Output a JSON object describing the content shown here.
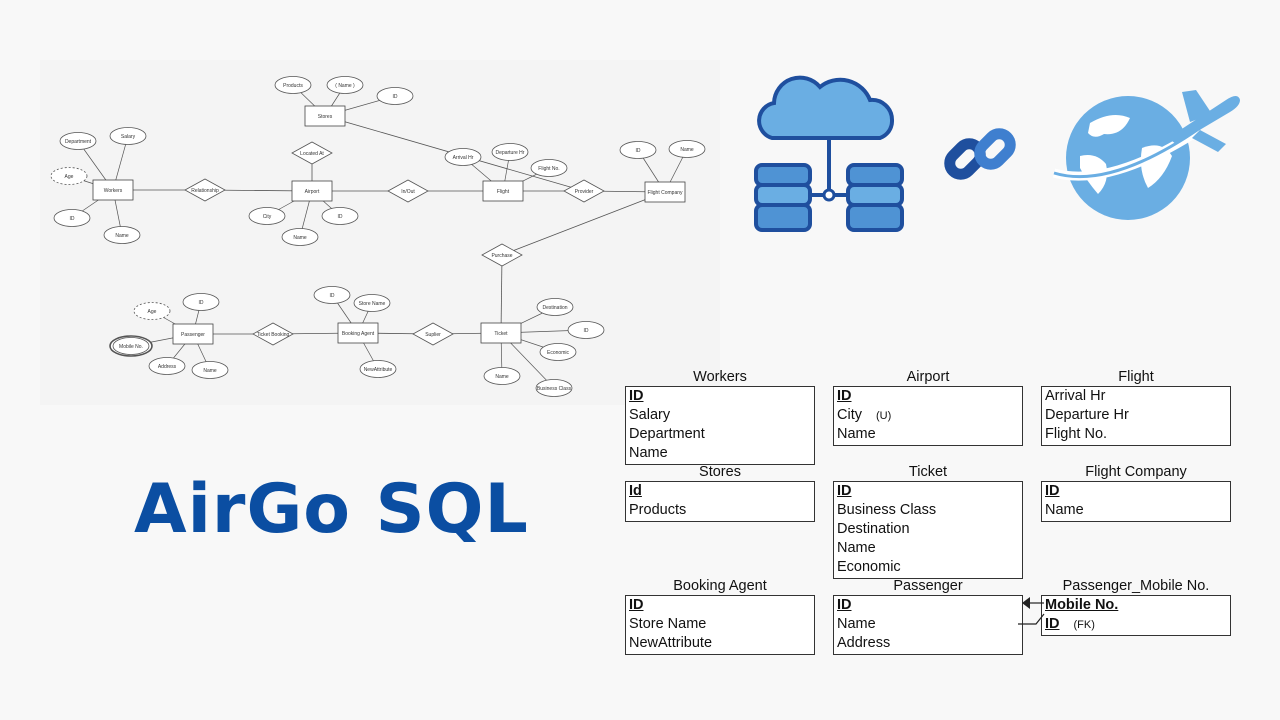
{
  "title": "AirGo SQL",
  "colors": {
    "brand_blue": "#0b4ea2",
    "light_blue": "#6aaee3",
    "dark_blue": "#1f4f9e"
  },
  "icons": [
    "cloud-database-icon",
    "chain-link-icon",
    "globe-airplane-icon"
  ],
  "er_diagram": {
    "entities": [
      "Workers",
      "Airport",
      "Flight",
      "Flight Company",
      "Stores",
      "Passenger",
      "Booking Agent",
      "Ticket"
    ],
    "relationships": [
      "Relationship",
      "In/Out",
      "Provider",
      "Located At",
      "Purchase",
      "Ticket Booking",
      "Suplier"
    ],
    "attributes": [
      "Department",
      "Salary",
      "Age",
      "ID",
      "Name",
      "Products",
      "( Name )",
      "ID",
      "City",
      "Name",
      "ID",
      "Arrival Hr",
      "Departure Hr",
      "Flight No.",
      "ID",
      "Name",
      "Age",
      "ID",
      "Mobile No.",
      "Address",
      "Name",
      "ID",
      "Store Name",
      "NewAttribute",
      "Destination",
      "ID",
      "Economic",
      "Name",
      "Business Class"
    ]
  },
  "tables": [
    {
      "name": "Workers",
      "rows": [
        {
          "text": "ID",
          "pk": true
        },
        {
          "text": "Salary"
        },
        {
          "text": "Department"
        },
        {
          "text": "Name"
        }
      ]
    },
    {
      "name": "Airport",
      "rows": [
        {
          "text": "ID",
          "pk": true
        },
        {
          "text": "City",
          "note": "(U)"
        },
        {
          "text": "Name"
        }
      ]
    },
    {
      "name": "Flight",
      "rows": [
        {
          "text": "Arrival Hr"
        },
        {
          "text": "Departure Hr"
        },
        {
          "text": "Flight No."
        }
      ]
    },
    {
      "name": "Stores",
      "rows": [
        {
          "text": "Id",
          "pk": true
        },
        {
          "text": "Products"
        }
      ]
    },
    {
      "name": "Ticket",
      "rows": [
        {
          "text": "ID",
          "pk": true
        },
        {
          "text": "Business Class"
        },
        {
          "text": "Destination"
        },
        {
          "text": "Name"
        },
        {
          "text": "Economic"
        }
      ]
    },
    {
      "name": "Flight Company",
      "rows": [
        {
          "text": "ID",
          "pk": true
        },
        {
          "text": "Name"
        }
      ]
    },
    {
      "name": "Booking Agent",
      "rows": [
        {
          "text": "ID",
          "pk": true
        },
        {
          "text": "Store Name"
        },
        {
          "text": "NewAttribute"
        }
      ]
    },
    {
      "name": "Passenger",
      "rows": [
        {
          "text": "ID",
          "pk": true
        },
        {
          "text": "Name"
        },
        {
          "text": "Address"
        }
      ]
    },
    {
      "name": "Passenger_Mobile No.",
      "rows": [
        {
          "text": "Mobile No.",
          "pk": true
        },
        {
          "text": "ID",
          "pk": true,
          "note": "(FK)"
        }
      ]
    }
  ]
}
